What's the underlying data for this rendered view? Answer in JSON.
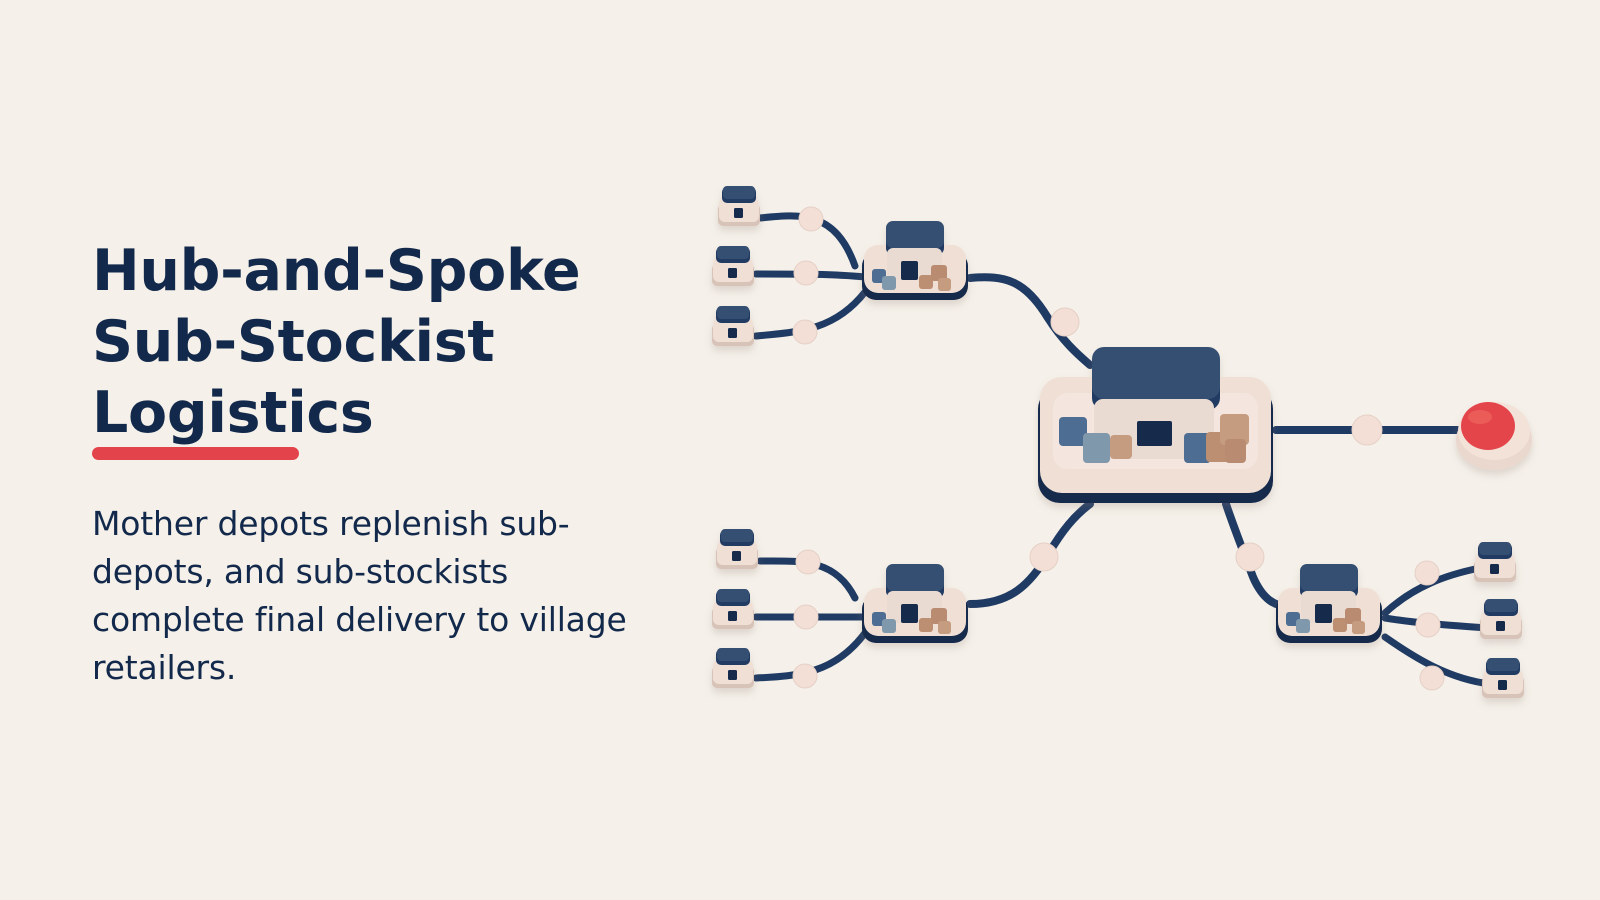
{
  "title_lines": [
    "Hub-and-Spoke",
    "Sub-Stockist",
    "Logistics"
  ],
  "description": "Mother depots replenish sub-depots, and sub-stockists complete final delivery to village retailers.",
  "palette": {
    "background": "#f5f1ea",
    "navy": "#13294b",
    "roof": "#354f73",
    "base": "#f0dfd5",
    "edge": "#d8c3b8",
    "accent": "#e3444c",
    "box_tan": "#bc8f73",
    "box_blue": "#4e6e92",
    "box_grey": "#7f98ab"
  },
  "network_nodes": {
    "mother_depot": "mother-depot",
    "sub_depots": [
      "sub-depot-top-left",
      "sub-depot-bottom-left",
      "sub-depot-bottom-right"
    ],
    "retailers": [
      "village-retailer"
    ],
    "destination": "delivery-destination"
  }
}
